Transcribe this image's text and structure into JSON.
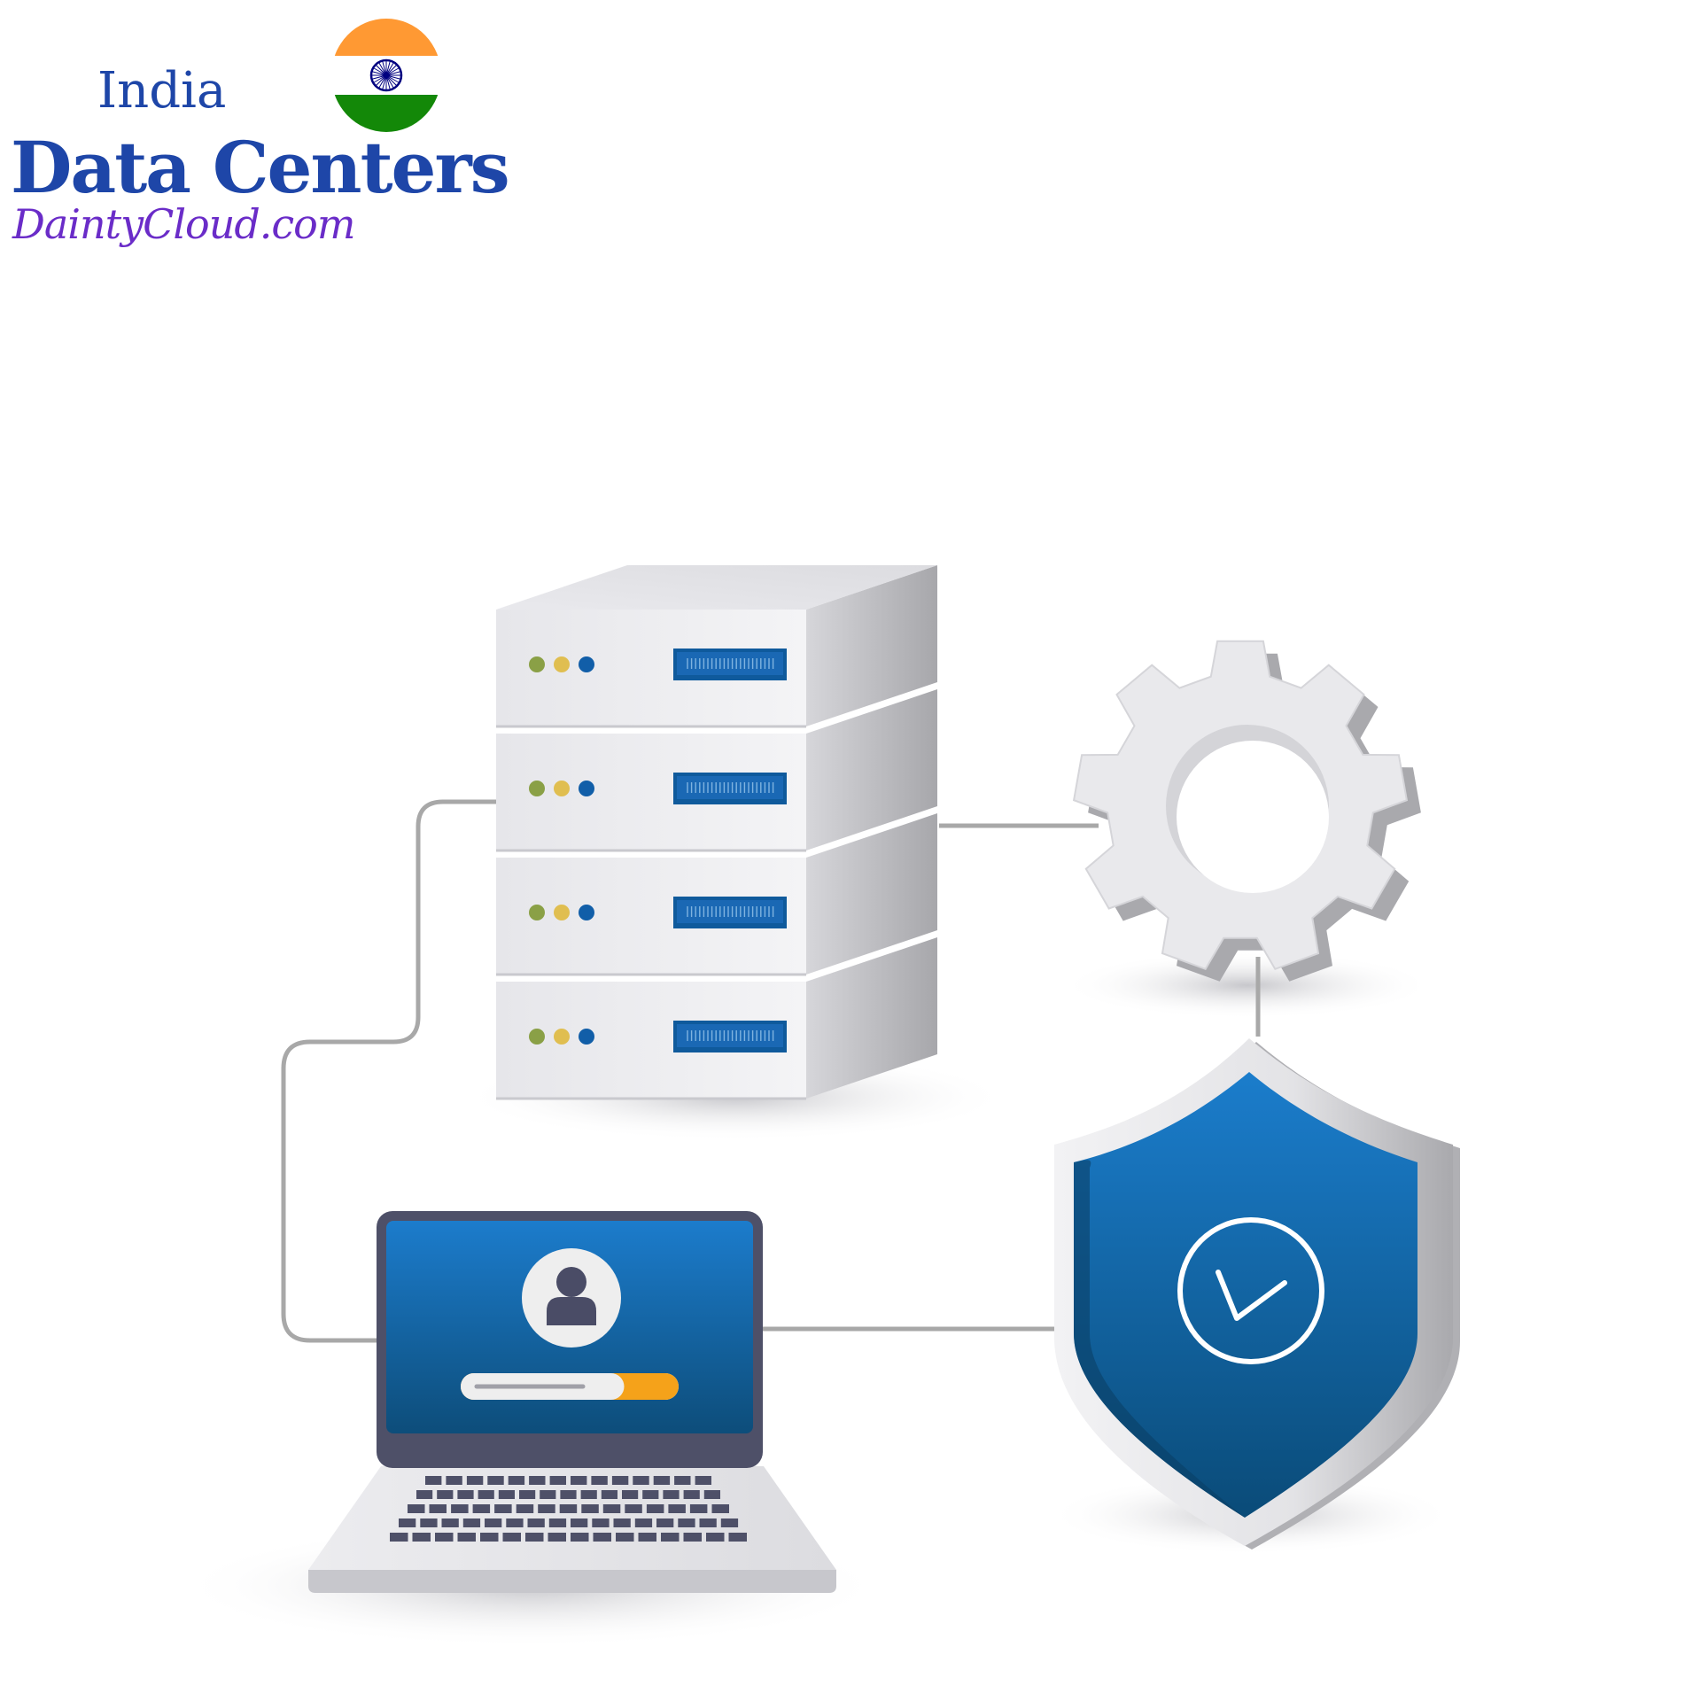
{
  "logo": {
    "line1": "India",
    "line2": "Data Centers",
    "site": "DaintyCloud.com",
    "flag_colors": {
      "saffron": "#ff9933",
      "white": "#ffffff",
      "green": "#138808",
      "chakra": "#000080"
    }
  },
  "illustration": {
    "server": {
      "units": 4,
      "led_colors": [
        "#8aa046",
        "#e0be50",
        "#115ea8"
      ],
      "port_color": "#1a68b4"
    },
    "gear": {
      "icon": "gear-icon"
    },
    "shield": {
      "icon": "shield-check-icon",
      "color": "#1470b4"
    },
    "laptop": {
      "icon": "laptop-icon",
      "screen_color": "#1565a8",
      "avatar_icon": "user-icon",
      "progress": 0.75,
      "progress_fill_color": "#f5a21a"
    },
    "connector_color": "#a8a8a8"
  }
}
